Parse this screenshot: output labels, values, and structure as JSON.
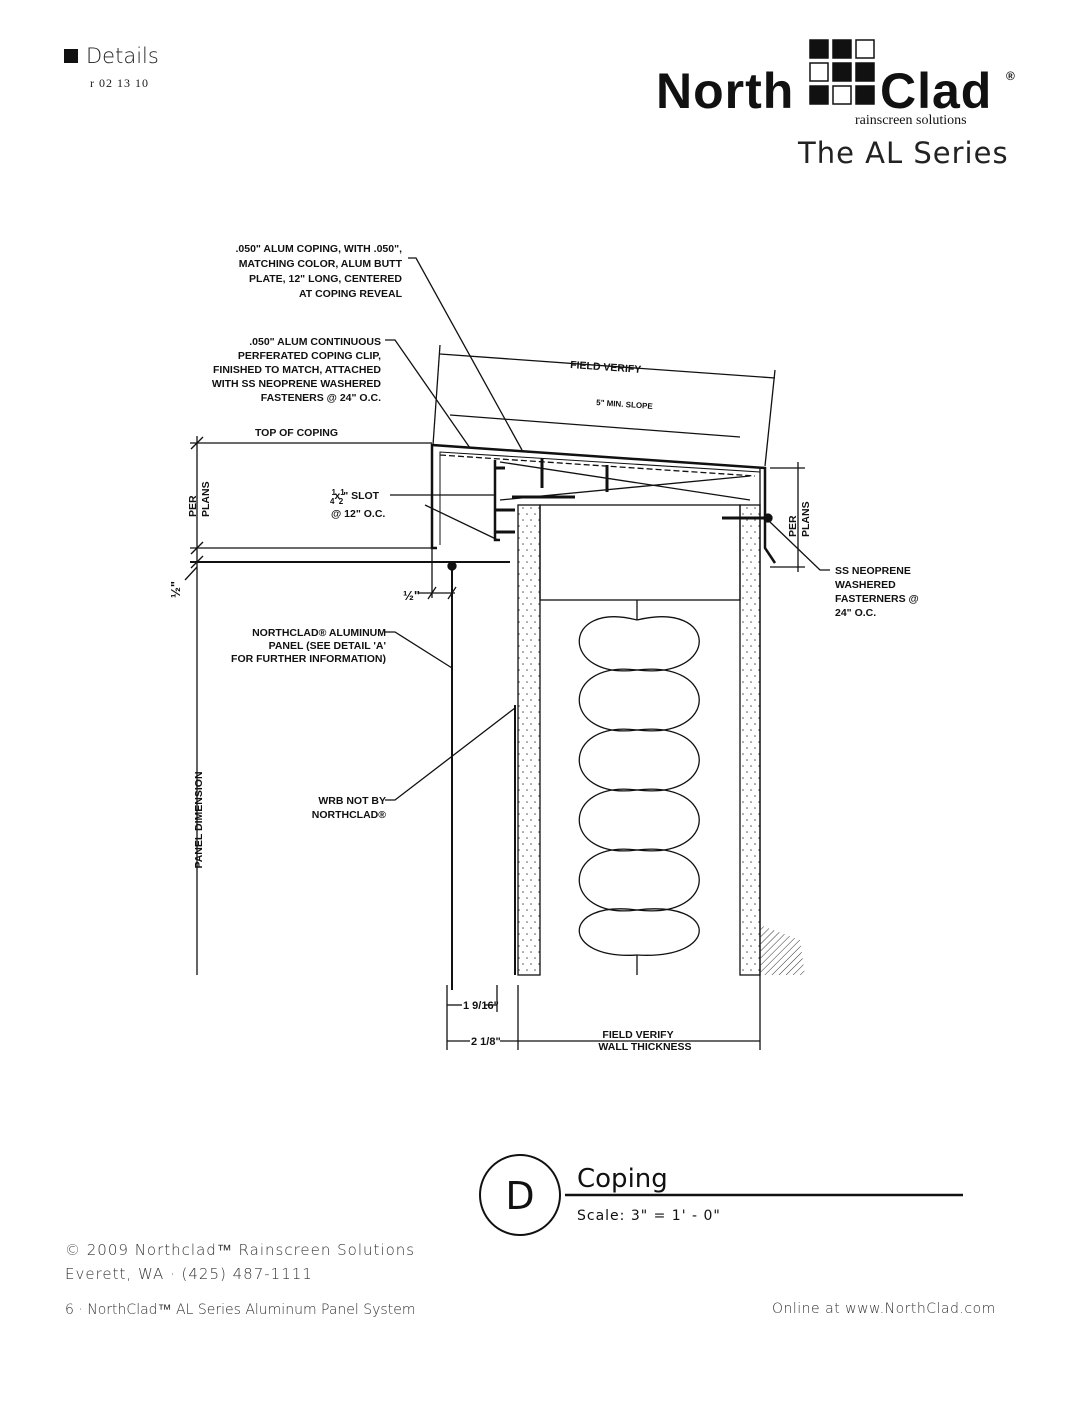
{
  "header": {
    "section": "Details",
    "revision": "r 02 13 10"
  },
  "logo": {
    "left": "North",
    "right": "Clad",
    "registered": "®",
    "tagline": "rainscreen solutions"
  },
  "series_title": "The AL Series",
  "drawing": {
    "callout_coping": [
      ".050\" ALUM COPING, WITH .050\",",
      "MATCHING COLOR, ALUM BUTT",
      "PLATE, 12\" LONG, CENTERED",
      "AT COPING REVEAL"
    ],
    "callout_clip": [
      ".050\" ALUM CONTINUOUS",
      "PERFERATED COPING CLIP,",
      "FINISHED TO MATCH, ATTACHED",
      "WITH SS NEOPRENE WASHERED",
      "FASTENERS @ 24\" O.C."
    ],
    "top_of_coping": "TOP OF COPING",
    "per_plans": [
      "PER",
      "PLANS"
    ],
    "slot": {
      "fraction_a": "1",
      "fraction_b": "4",
      "x": "x",
      "fraction_c": "1",
      "fraction_d": "2",
      "text": "\" SLOT",
      "line2": "@ 12\" O.C."
    },
    "half_inch": "½\"",
    "field_verify": "FIELD VERIFY",
    "min_slope": "5\" MIN. SLOPE",
    "callout_fasteners": [
      "SS NEOPRENE",
      "WASHERED",
      "FASTERNERS @",
      "24\" O.C."
    ],
    "callout_panel": [
      "NORTHCLAD® ALUMINUM",
      "PANEL (SEE DETAIL 'A'",
      "FOR FURTHER INFORMATION)"
    ],
    "panel_dimension": "PANEL DIMENSION",
    "callout_wrb": [
      "WRB NOT BY",
      "NORTHCLAD®"
    ],
    "dim_1_9_16": "1 9/16\"",
    "dim_2_1_8": "2 1/8\"",
    "wall_thickness": [
      "FIELD VERIFY",
      "WALL THICKNESS"
    ]
  },
  "title_block": {
    "letter": "D",
    "title": "Coping",
    "scale": "Scale: 3\" = 1' - 0\""
  },
  "footer": {
    "copyright": "© 2009 Northclad™ Rainscreen Solutions",
    "address": "Everett, WA · (425) 487-1111",
    "page": "6 · NorthClad™ AL Series Aluminum Panel System",
    "online": "Online at www.NorthClad.com"
  }
}
